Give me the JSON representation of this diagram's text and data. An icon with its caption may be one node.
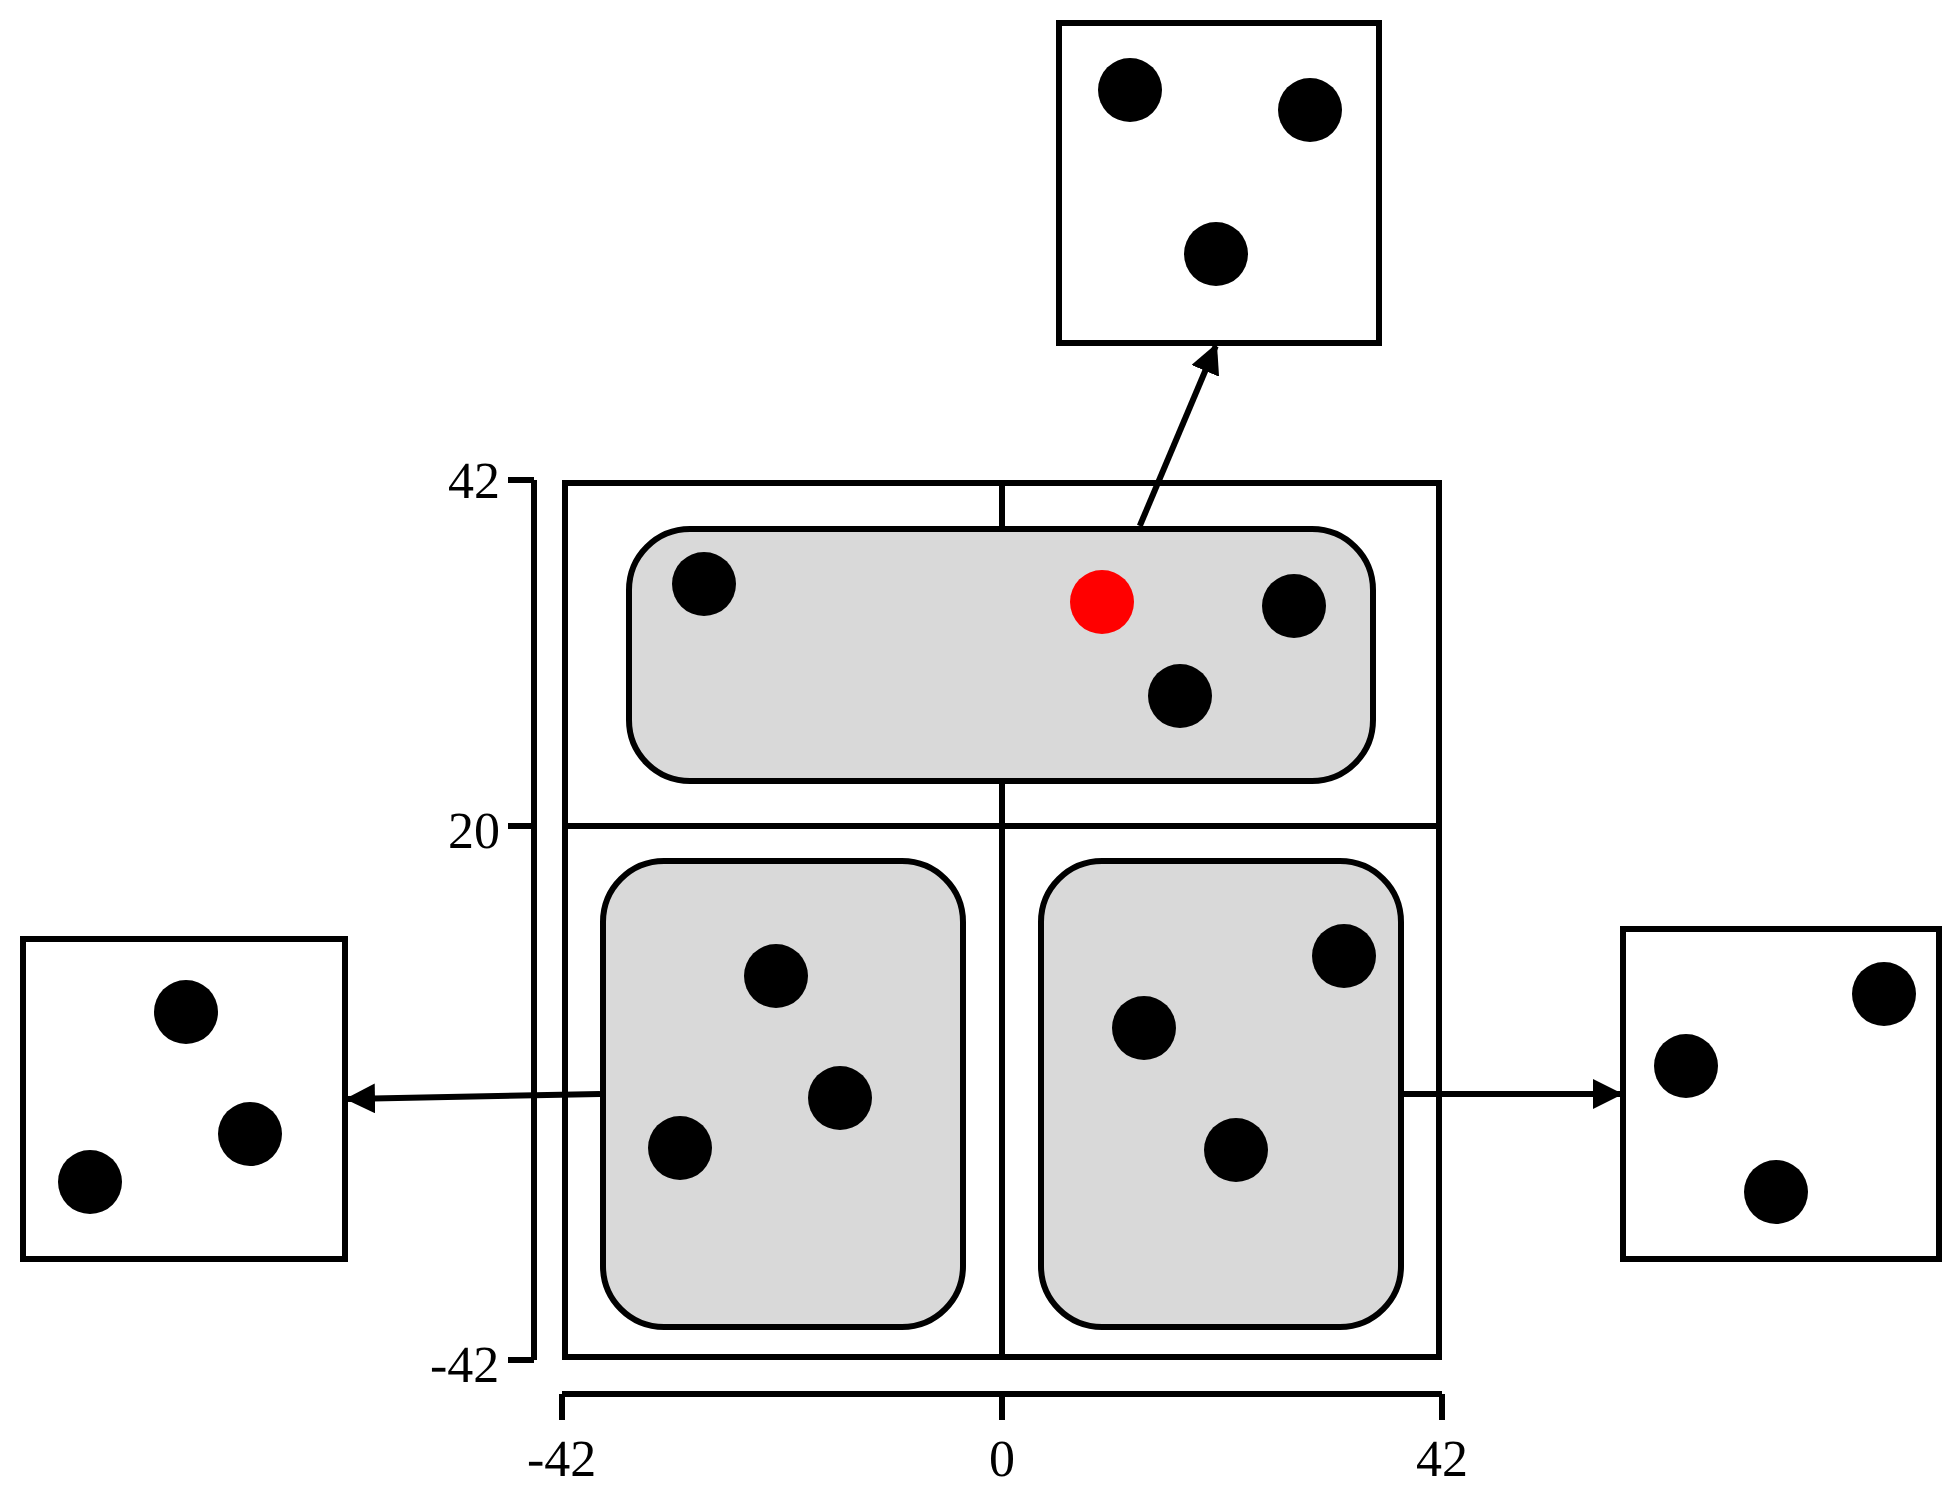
{
  "diagram": {
    "nodes": [
      {
        "text": [],
        "shape": "box"
      },
      {
        "text": [],
        "shape": "box"
      },
      {
        "text": [],
        "shape": "box",
        "in": 1
      },
      {
        "text": [],
        "shape": "box"
      },
      {
        "text": [],
        "shape": "box",
        "in": 1
      },
      {
        "text": [],
        "shape": "box",
        "in": 1
      },
      {
        "text": [],
        "shape": "box"
      }
    ],
    "edges": [
      {
        "from": 2,
        "to": 0,
        "arrow": "to"
      },
      {
        "from": 4,
        "to": 3,
        "arrow": "to"
      },
      {
        "from": 5,
        "to": 6,
        "arrow": "to"
      }
    ],
    "labels": [
      "42",
      "20",
      "-42",
      "-42",
      "0",
      "42"
    ]
  }
}
